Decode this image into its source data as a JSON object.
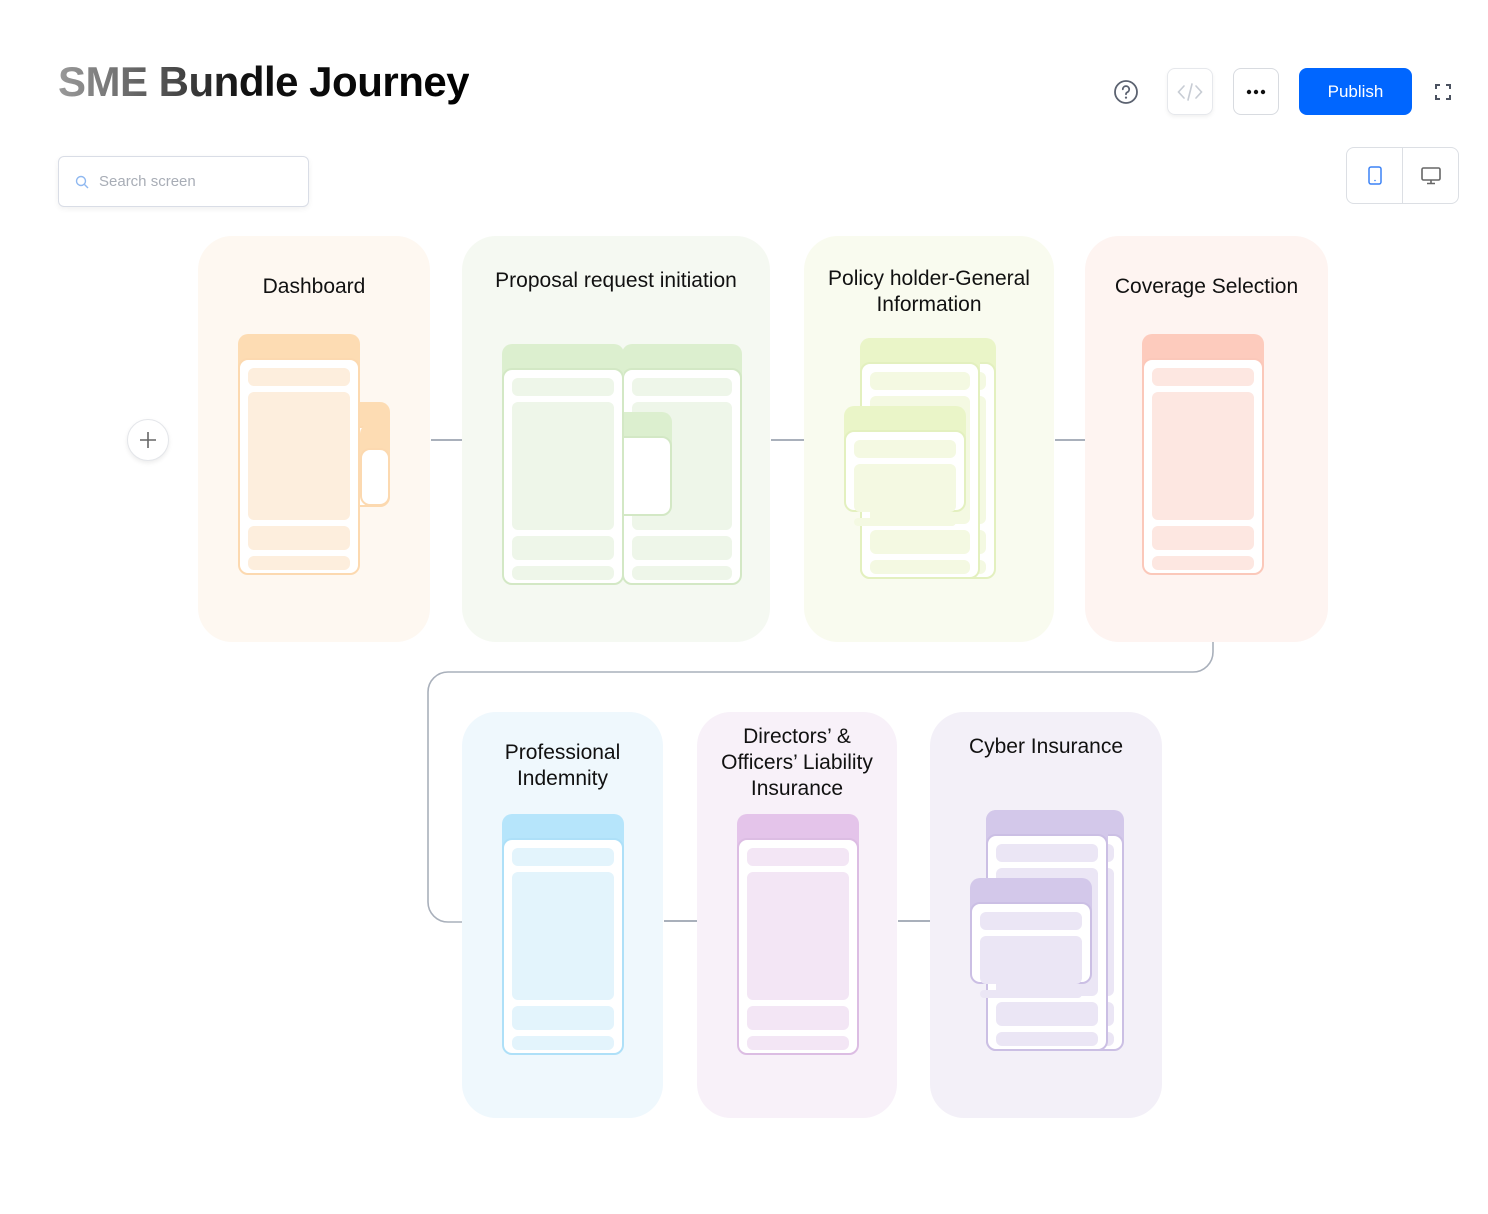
{
  "header": {
    "title": "SME Bundle Journey",
    "publish_label": "Publish"
  },
  "search": {
    "placeholder": "Search screen",
    "value": ""
  },
  "icons": [
    "help-icon",
    "code-icon",
    "more-icon",
    "expand-icon",
    "search-icon",
    "tablet-icon",
    "desktop-icon",
    "plus-icon"
  ],
  "colors": {
    "accent": "#0066ff"
  },
  "screens": [
    {
      "label": "Dashboard",
      "bg": "#fef8f1",
      "head": "#fddcb3",
      "inner": "#fdeedd",
      "border": "#fcd9b0"
    },
    {
      "label": "Proposal request initiation",
      "bg": "#f5f9f2",
      "head": "#dcefcf",
      "inner": "#eef6e9",
      "border": "#d3e8c5"
    },
    {
      "label": "Policy holder-General Information",
      "bg": "#f9fbef",
      "head": "#eaf5c8",
      "inner": "#f4f9e2",
      "border": "#e3f0bf"
    },
    {
      "label": "Coverage Selection",
      "bg": "#fef4f1",
      "head": "#fdcbbd",
      "inner": "#fde7e1",
      "border": "#fbc8ba"
    },
    {
      "label": "Professional Indemnity",
      "bg": "#eff8fd",
      "head": "#b6e5fb",
      "inner": "#e3f4fc",
      "border": "#aee0f8"
    },
    {
      "label": "Directors’ & Officers’ Liability Insurance",
      "bg": "#f8f1f9",
      "head": "#e4c4ea",
      "inner": "#f3e6f5",
      "border": "#dcbde3"
    },
    {
      "label": "Cyber Insurance",
      "bg": "#f3f0f8",
      "head": "#d3c8ea",
      "inner": "#ebe6f5",
      "border": "#cbbfe4"
    }
  ]
}
